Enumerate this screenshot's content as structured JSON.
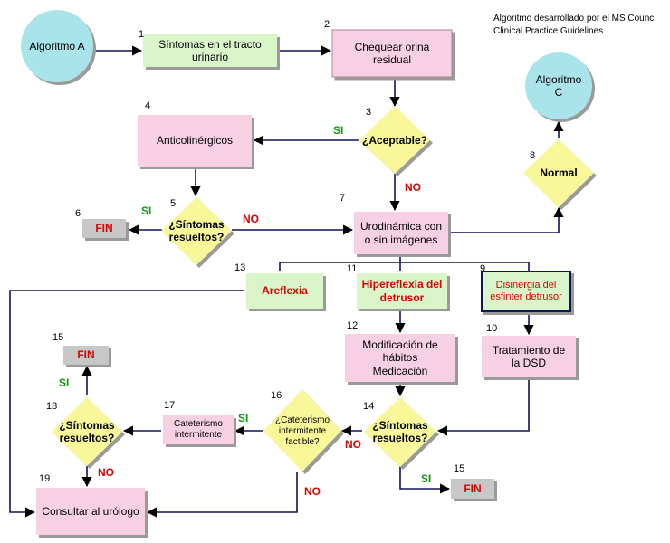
{
  "credit": {
    "line1": "Algoritmo desarrollado por el MS Counc",
    "line2": "Clinical Practice Guidelines"
  },
  "nodes": {
    "algoritmo_a": "Algoritmo A",
    "algoritmo_c": "Algoritmo\nC",
    "sintomas_tracto": "Síntomas en el tracto\nurinario",
    "chequear_orina": "Chequear orina\nresidual",
    "aceptable": "¿Aceptable?",
    "anticolinergicos": "Anticolinérgicos",
    "sintomas_resueltos_5": "¿Síntomas\nresueltos?",
    "fin_6": "FIN",
    "urodinamica": "Urodinámica con\no sin imágenes",
    "normal": "Normal",
    "areflexia": "Areflexia",
    "hiperreflexia": "Hipereflexia del\ndetrusor",
    "disinergia": "Disinergia del\nesfinter detrusor",
    "modificacion": "Modificación de\nhábitos\nMedicación",
    "tratamiento_dsd": "Tratamiento de\nla DSD",
    "sintomas_resueltos_14": "¿Síntomas\nresueltos?",
    "fin_15b": "FIN",
    "cateterismo_factible": "¿Cateterismo\nintermitente\nfactible?",
    "cateterismo_intermitente": "Cateterismo\nintermitente",
    "sintomas_resueltos_18": "¿Síntomas\nresueltos?",
    "fin_15a": "FIN",
    "consultar_urologo": "Consultar al urólogo"
  },
  "numbers": {
    "n1": "1",
    "n2": "2",
    "n3": "3",
    "n4": "4",
    "n5": "5",
    "n6": "6",
    "n7": "7",
    "n8": "8",
    "n9": "9",
    "n10": "10",
    "n11": "11",
    "n12": "12",
    "n13": "13",
    "n14": "14",
    "n15a": "15",
    "n15b": "15",
    "n16": "16",
    "n17": "17",
    "n18": "18",
    "n19": "19"
  },
  "edge_labels": {
    "si_3": "SI",
    "no_3": "NO",
    "si_5": "SI",
    "no_5": "NO",
    "si_14": "SI",
    "no_14": "NO",
    "si_16": "SI",
    "no_16": "NO",
    "si_18": "SI",
    "no_18": "NO"
  },
  "colors": {
    "circle": "#a9e4ea",
    "green_box": "#d9f5c9",
    "pink_box": "#f8d0e4",
    "diamond": "#f8f89a",
    "fin_box": "#c7c7c7",
    "line": "#10125a",
    "no_label": "#e00000",
    "si_label": "#109a10"
  }
}
